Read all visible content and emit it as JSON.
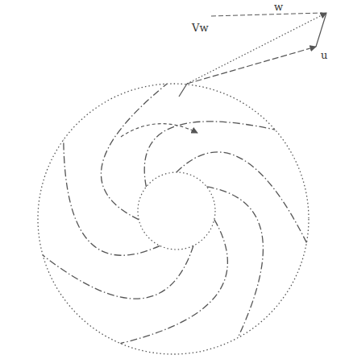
{
  "diagram": {
    "labels": [
      "Vw",
      "w",
      "u"
    ]
  }
}
